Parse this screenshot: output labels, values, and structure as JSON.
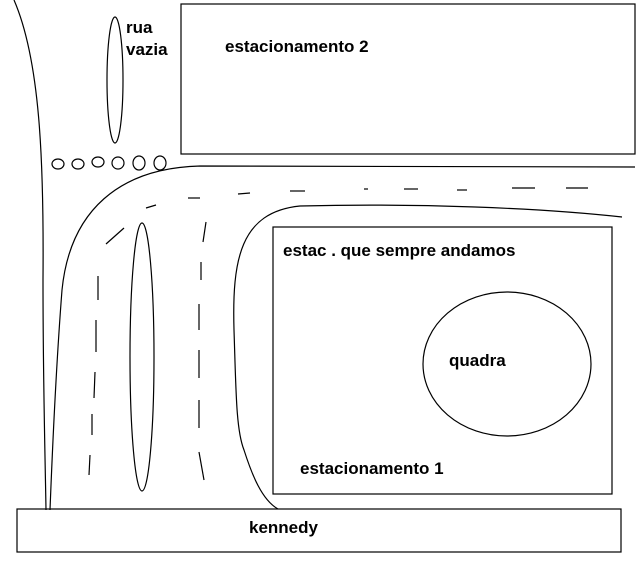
{
  "labels": {
    "rua_vazia_line1": "rua",
    "rua_vazia_line2": "vazia",
    "estacionamento_2": "estacionamento 2",
    "estac_que_sempre_andamos": "estac . que sempre andamos",
    "quadra": "quadra",
    "estacionamento_1": "estacionamento 1",
    "kennedy": "kennedy"
  },
  "colors": {
    "stroke": "#000000",
    "background": "#ffffff"
  }
}
